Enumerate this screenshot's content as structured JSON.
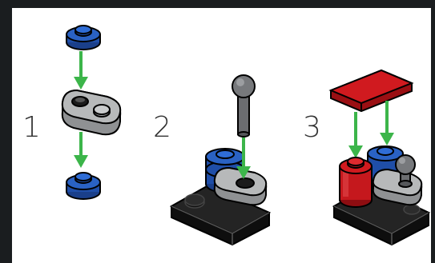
{
  "steps": [
    {
      "number": "1"
    },
    {
      "number": "2"
    },
    {
      "number": "3"
    }
  ],
  "colors": {
    "frame": "#1a1d1f",
    "panel": "#ffffff",
    "arrow": "#3cb54a",
    "blue_brick": "#1f4ea8",
    "light_gray": "#b7b9ba",
    "dark_gray": "#6b6d70",
    "black_plate": "#1b1b1b",
    "red_brick": "#d01a1f"
  }
}
